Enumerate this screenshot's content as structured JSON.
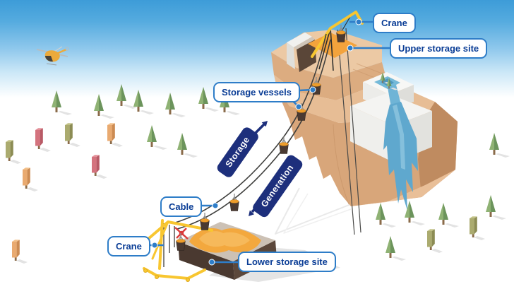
{
  "diagram": {
    "subject": "Mountain gravity energy storage system",
    "labels": {
      "crane_upper": "Crane",
      "upper_storage_site": "Upper storage site",
      "storage_vessels": "Storage vessels",
      "cable": "Cable",
      "crane_lower": "Crane",
      "lower_storage_site": "Lower storage site"
    },
    "flows": {
      "storage": {
        "label": "Storage",
        "direction": "up-right"
      },
      "generation": {
        "label": "Generation",
        "direction": "down-left"
      }
    },
    "scene": {
      "storage_vessel_count": 7,
      "elements": [
        "helicopter",
        "mountain",
        "glacier-waterfall",
        "upper-crane",
        "upper-storage-site",
        "cable-span",
        "storage-vessels",
        "lower-crane",
        "lower-storage-site",
        "pine-trees",
        "block-trees"
      ]
    },
    "colors": {
      "callout_border": "#2E7DC8",
      "callout_text": "#0A3D96",
      "flow_tag_bg": "#1D2F7C",
      "sky_blue": "#3D9CD8",
      "mountain_tan": "#D8A67A",
      "crane_yellow": "#F8C630",
      "sand_orange": "#F3A83E",
      "water_blue": "#5FA8CE",
      "vessel_brown": "#4A3931"
    }
  }
}
